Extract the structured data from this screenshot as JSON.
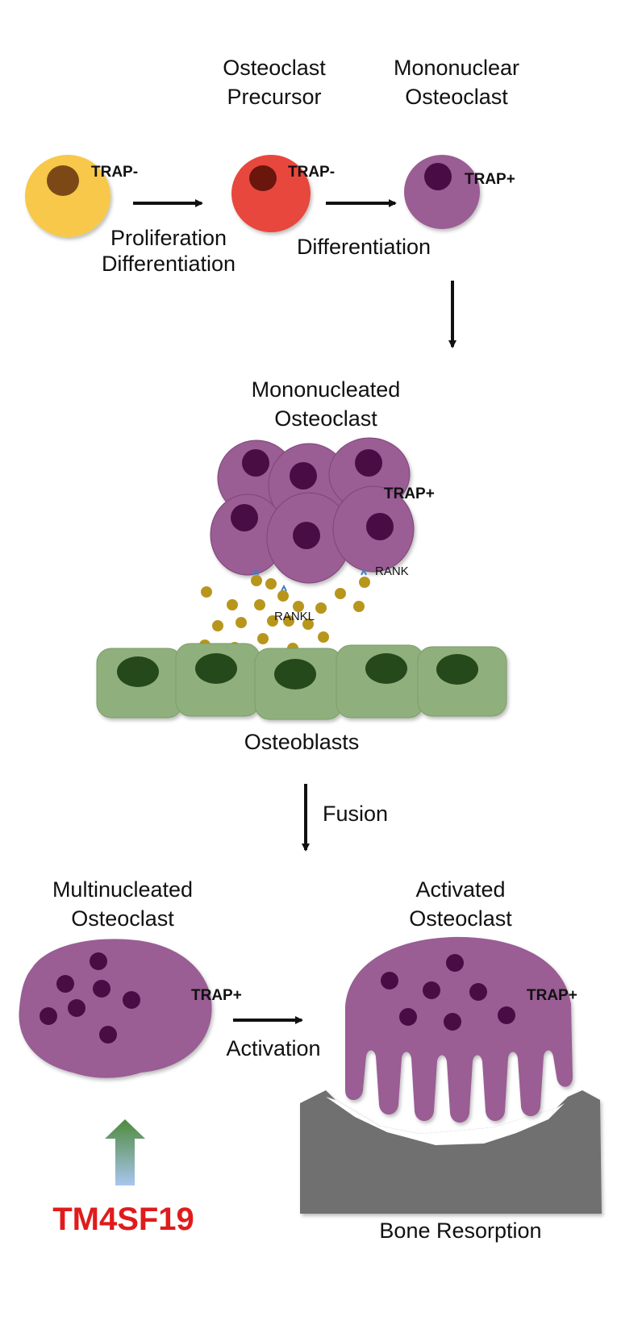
{
  "stage1": {
    "title_precursor": [
      "Osteoclast",
      "Precursor"
    ],
    "title_mononuclear": [
      "Mononuclear",
      "Osteoclast"
    ],
    "trap_cell1": "TRAP-",
    "trap_cell2": "TRAP-",
    "trap_cell3": "TRAP+",
    "step1": [
      "Proliferation",
      "Differentiation"
    ],
    "step2": "Differentiation"
  },
  "stage2": {
    "title": [
      "Mononucleated",
      "Osteoclast"
    ],
    "trap": "TRAP+",
    "rank": "RANK",
    "rankl": "RANKL",
    "osteoblasts": "Osteoblasts",
    "fusion": "Fusion"
  },
  "stage3": {
    "title_multi": [
      "Multinucleated",
      "Osteoclast"
    ],
    "title_activated": [
      "Activated",
      "Osteoclast"
    ],
    "trap_multi": "TRAP+",
    "trap_activated": "TRAP+",
    "activation": "Activation",
    "bone_resorption": "Bone Resorption",
    "gene": "TM4SF19"
  },
  "colors": {
    "precursor_yellow": "#f7c84a",
    "precursor_red": "#e8473d",
    "osteoclast_purple": "#9a5d94",
    "nucleus_dark": "#4a0e45",
    "osteoblast_green": "#8fb07b",
    "osteoblast_nucleus": "#27481c",
    "rankl_dot": "#b8961c",
    "bone_gray": "#6f6f6f",
    "gene_red": "#e01b1b",
    "up_arrow_green": "#4e8a3b"
  }
}
